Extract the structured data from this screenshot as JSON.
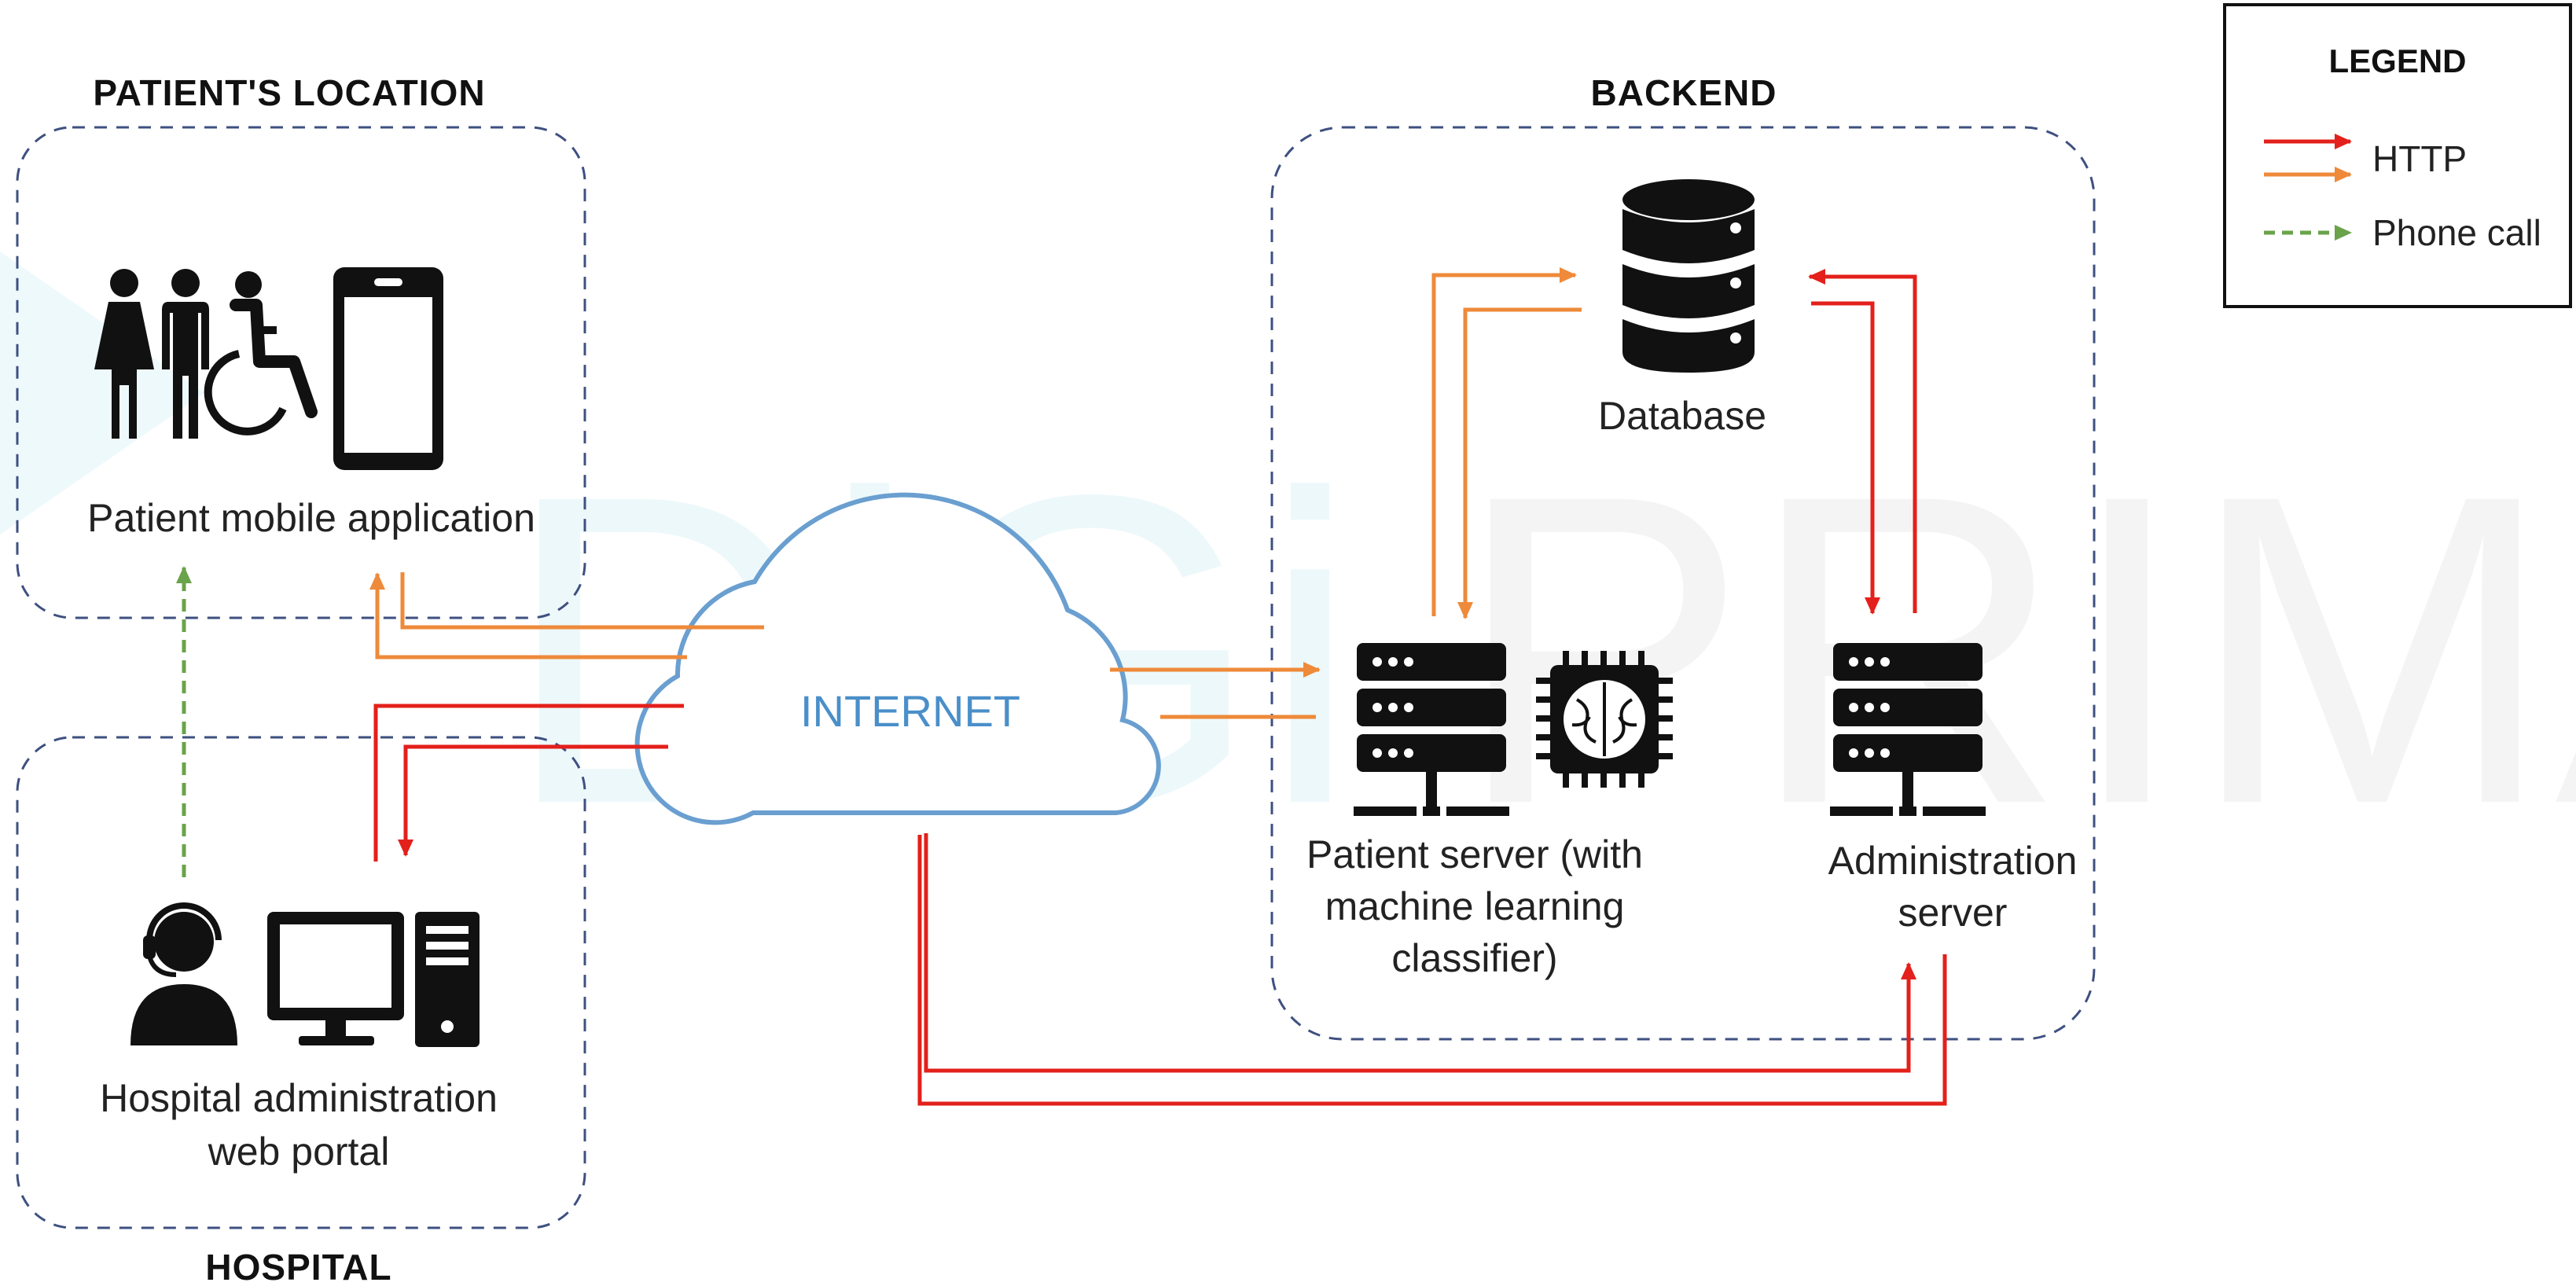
{
  "watermark": {
    "part1": "DiGi",
    "part2": "PRIMA"
  },
  "sections": {
    "patient": "PATIENT'S LOCATION",
    "backend": "BACKEND",
    "hospital": "HOSPITAL"
  },
  "nodes": {
    "patient_app": "Patient mobile application",
    "hospital_portal": [
      "Hospital administration",
      "web portal"
    ],
    "internet": "INTERNET",
    "database": "Database",
    "patient_server": [
      "Patient server (with",
      "machine learning",
      "classifier)"
    ],
    "admin_server": [
      "Administration",
      "server"
    ]
  },
  "legend": {
    "title": "LEGEND",
    "items": [
      {
        "label": "HTTP",
        "colors": [
          "#e3201b",
          "#ee8a3a"
        ],
        "style": "solid"
      },
      {
        "label": "Phone call",
        "colors": [
          "#6aa34a"
        ],
        "style": "dashed"
      }
    ]
  },
  "colors": {
    "http_red": "#e3201b",
    "http_orange": "#ee8a3a",
    "phone_green": "#6aa34a",
    "boundary": "#3e5080",
    "cloud_stroke": "#6a9fd0",
    "icon": "#111111"
  },
  "icons": [
    "people-icon",
    "wheelchair-icon",
    "smartphone-icon",
    "operator-headset-icon",
    "monitor-icon",
    "pc-tower-icon",
    "database-icon",
    "server-icon",
    "ai-chip-icon"
  ]
}
